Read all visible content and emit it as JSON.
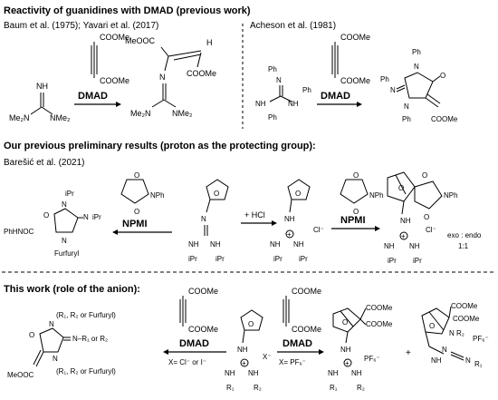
{
  "section1": {
    "heading": "Reactivity of guanidines with DMAD (previous work)",
    "refs_left": "Baum et al. (1975); Yavari et al. (2017)",
    "refs_right": "Acheson et al. (1981)"
  },
  "section2": {
    "heading": "Our previous preliminary results (proton as the protecting group):",
    "ref": "Barešić et al. (2021)"
  },
  "section3": {
    "heading": "This work (role of the anion):"
  },
  "labels": {
    "coome": "COOMe",
    "meooc": "MeOOC",
    "meooc_lower": "MeOOC",
    "h": "H",
    "nh": "NH",
    "n": "N",
    "o": "O",
    "me2n": "Me₂N",
    "nme2": "NMe₂",
    "ph": "Ph",
    "phn": "Ph",
    "ipr": "iPr",
    "furfuryl": "Furfuryl",
    "phhnoc": "PhHNOC",
    "nph": "NPh",
    "r1": "R₁",
    "r2": "R₂",
    "r1r2_furfuryl": "(R₁, R₂ or Furfuryl)",
    "nr1r2": "N–R₁ or R₂",
    "cl_minus": "Cl⁻",
    "x_minus": "X⁻",
    "pf6_minus": "PF₆⁻"
  },
  "reagents": {
    "dmad": "DMAD",
    "npmi": "NPMI",
    "hcl": "+ HCl",
    "x_cl_i": "X= Cl⁻ or I⁻",
    "x_pf6": "X= PF₆⁻",
    "exo_endo": "exo : endo",
    "ratio": "1:1",
    "plus": "+"
  },
  "colors": {
    "text": "#000000",
    "divider": "#000000",
    "background": "#ffffff"
  }
}
